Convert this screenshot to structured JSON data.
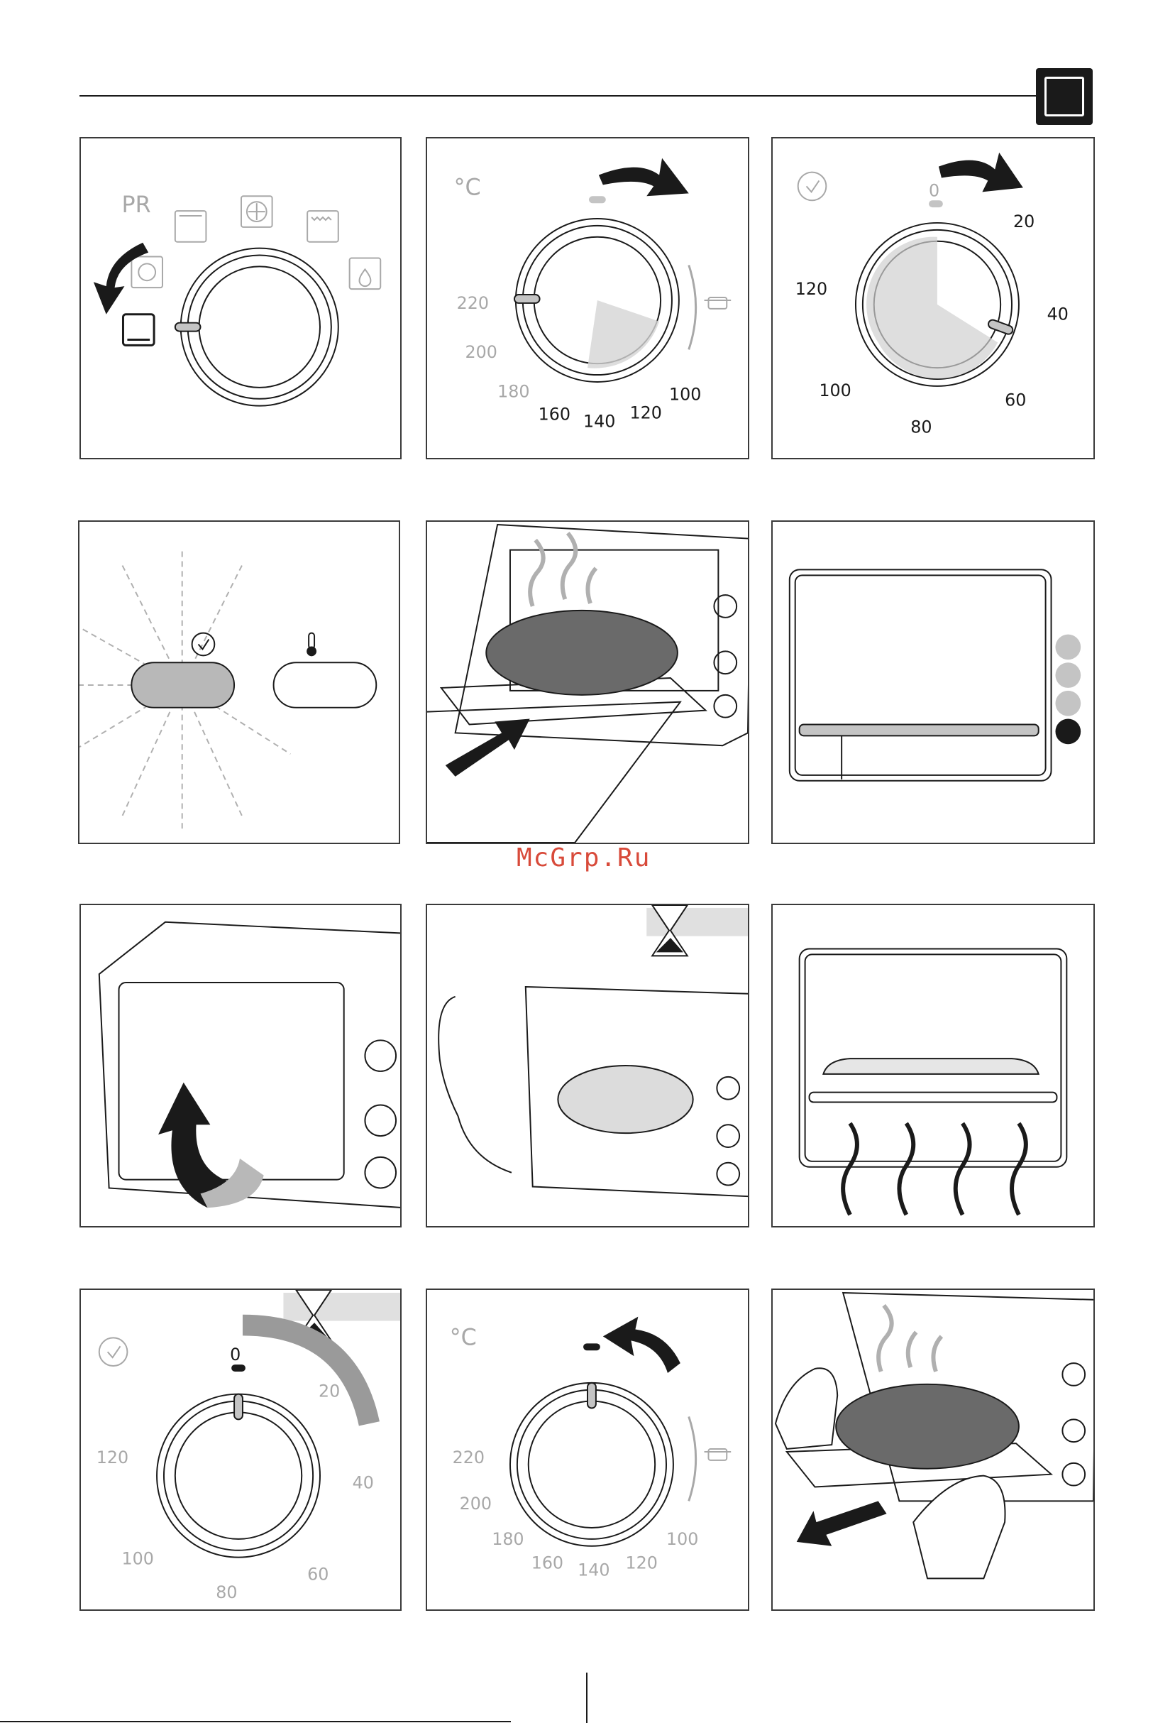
{
  "watermark": "McGrp.Ru",
  "panels": {
    "p1": {
      "label": "PR"
    },
    "p2": {
      "unit": "°C",
      "scale": [
        "220",
        "200",
        "180",
        "160",
        "140",
        "120",
        "100"
      ]
    },
    "p3": {
      "scale": [
        "0",
        "20",
        "40",
        "60",
        "80",
        "100",
        "120"
      ]
    },
    "p11": {
      "unit": "°C",
      "scale": [
        "220",
        "200",
        "180",
        "160",
        "140",
        "120",
        "100"
      ]
    },
    "p10": {
      "scale": [
        "0",
        "20",
        "40",
        "60",
        "80",
        "100",
        "120"
      ]
    }
  },
  "colors": {
    "line": "#1a1a1a",
    "gray": "#a8a8a8",
    "fill": "#c4c4c4",
    "accent_watermark": "#d84a3a"
  },
  "icons": [
    "oven-mode-icon",
    "arrow-icon",
    "clock-icon",
    "thermometer-icon",
    "hourglass-icon",
    "pot-icon",
    "fan-icon",
    "defrost-icon"
  ]
}
